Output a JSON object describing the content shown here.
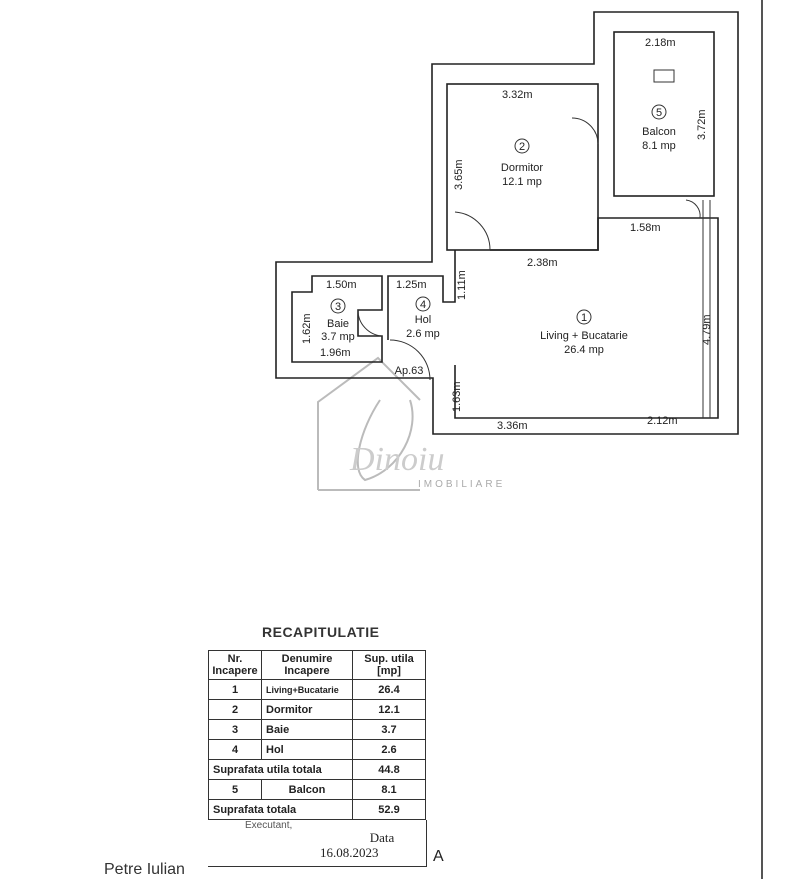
{
  "plan": {
    "apartment_label": "Ap.63",
    "rooms": [
      {
        "nr": "1",
        "name": "Living + Bucatarie",
        "area": "26.4 mp"
      },
      {
        "nr": "2",
        "name": "Dormitor",
        "area": "12.1 mp"
      },
      {
        "nr": "3",
        "name": "Baie",
        "area": "3.7 mp"
      },
      {
        "nr": "4",
        "name": "Hol",
        "area": "2.6 mp"
      },
      {
        "nr": "5",
        "name": "Balcon",
        "area": "8.1 mp"
      }
    ],
    "dimensions": {
      "balcon_width": "2.18m",
      "balcon_height": "3.72m",
      "dormitor_width": "3.32m",
      "dormitor_height": "3.65m",
      "living_top_right": "1.58m",
      "living_top_mid": "2.38m",
      "hol_height": "1.11m",
      "baie_top": "1.50m",
      "hol_top": "1.25m",
      "baie_height": "1.62m",
      "baie_bottom": "1.96m",
      "living_height": "4.79m",
      "entry_height": "1.63m",
      "living_bottom": "3.36m",
      "living_bottom_right": "2.12m"
    }
  },
  "watermark": {
    "brand": "Dinoiu",
    "subtitle": "IMOBILIARE"
  },
  "recap": {
    "title": "RECAPITULATIE",
    "headers": [
      "Nr. Incapere",
      "Denumire Incapere",
      "Sup. utila [mp]"
    ],
    "rows": [
      {
        "nr": "1",
        "name": "Living+Bucatarie",
        "area": "26.4"
      },
      {
        "nr": "2",
        "name": "Dormitor",
        "area": "12.1"
      },
      {
        "nr": "3",
        "name": "Baie",
        "area": "3.7"
      },
      {
        "nr": "4",
        "name": "Hol",
        "area": "2.6"
      }
    ],
    "subtotal_label": "Suprafata utila totala",
    "subtotal_value": "44.8",
    "balcon_row": {
      "nr": "5",
      "name": "Balcon",
      "area": "8.1"
    },
    "total_label": "Suprafata totala",
    "total_value": "52.9"
  },
  "footer": {
    "executant": "Executant,",
    "data_label": "Data",
    "data_value": "16.08.2023",
    "letter": "A",
    "signer": "Petre Iulian"
  }
}
